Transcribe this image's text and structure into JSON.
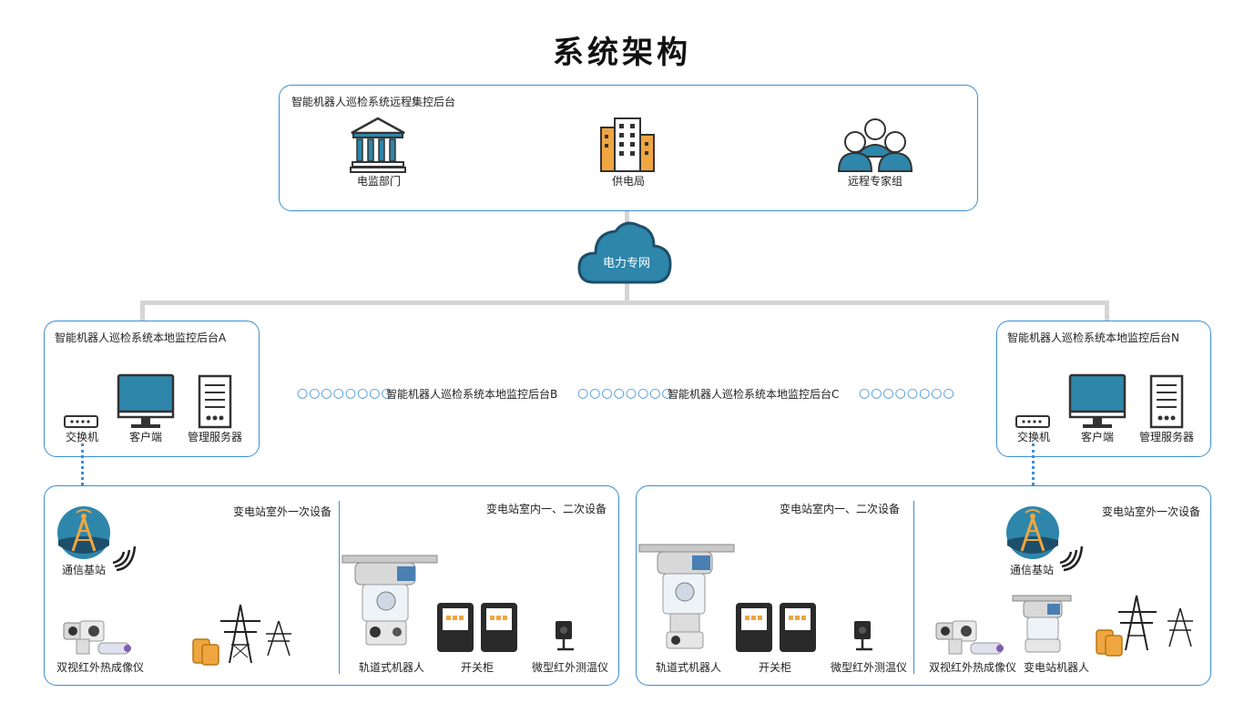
{
  "title": "系统架构",
  "center": {
    "label": "智能机器人巡检系统远程集控后台",
    "items": [
      "电监部门",
      "供电局",
      "远程专家组"
    ]
  },
  "cloud": {
    "label": "电力专网"
  },
  "local_a": {
    "label": "智能机器人巡检系统本地监控后台A",
    "items": [
      "交换机",
      "客户端",
      "管理服务器"
    ]
  },
  "local_b": {
    "label": "智能机器人巡检系统本地监控后台B"
  },
  "local_c": {
    "label": "智能机器人巡检系统本地监控后台C"
  },
  "local_n": {
    "label": "智能机器人巡检系统本地监控后台N",
    "items": [
      "交换机",
      "客户端",
      "管理服务器"
    ]
  },
  "station_left": {
    "outdoor_label": "变电站室外一次设备",
    "indoor_label": "变电站室内一、二次设备",
    "base_station": "通信基站",
    "items": [
      "双视红外热成像仪",
      "轨道式机器人",
      "开关柜",
      "微型红外测温仪"
    ]
  },
  "station_right": {
    "indoor_label": "变电站室内一、二次设备",
    "outdoor_label": "变电站室外一次设备",
    "base_station": "通信基站",
    "items": [
      "轨道式机器人",
      "开关柜",
      "微型红外测温仪",
      "双视红外热成像仪",
      "变电站机器人"
    ]
  },
  "dots": "○○○○○○○○",
  "colors": {
    "accent": "#3a8fd6",
    "icon_blue": "#2e86ab",
    "icon_orange": "#f0a640",
    "dark": "#333333"
  }
}
